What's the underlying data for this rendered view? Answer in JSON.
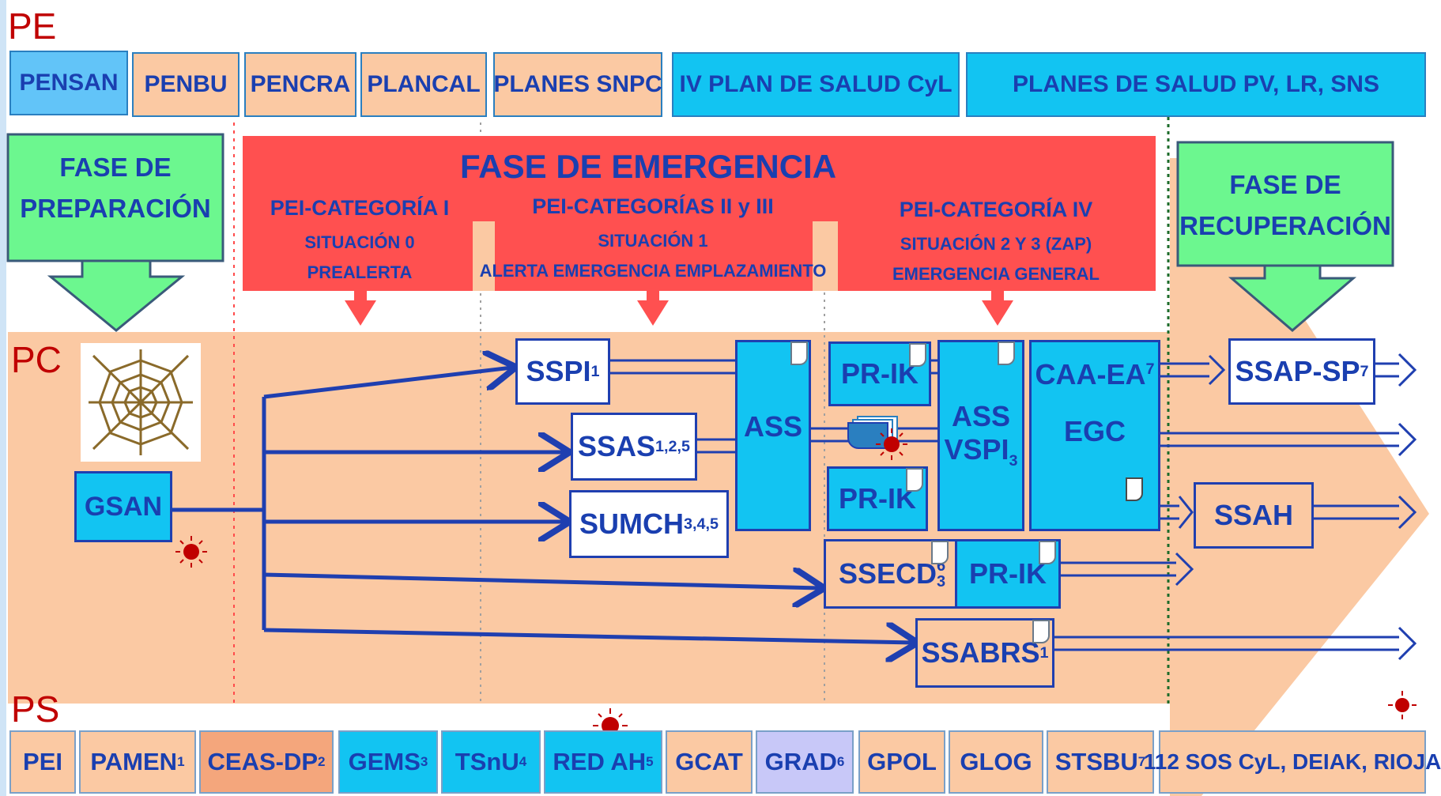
{
  "layers": {
    "pe": "PE",
    "pc": "PC",
    "ps": "PS"
  },
  "top_plans": [
    {
      "label": "PENSAN",
      "sup": ""
    },
    {
      "label": "PENBU",
      "sup": ""
    },
    {
      "label": "PENCRA",
      "sup": ""
    },
    {
      "label": "PLANCAL",
      "sup": ""
    },
    {
      "label": "PLANES SNPC",
      "sup": ""
    },
    {
      "label": "IV PLAN DE SALUD CyL",
      "sup": ""
    },
    {
      "label": "PLANES DE  SALUD PV, LR, SNS",
      "sup": ""
    }
  ],
  "phases": {
    "preparation": {
      "line1": "FASE DE",
      "line2": "PREPARACIÓN"
    },
    "emergency": {
      "title": "FASE   DE   EMERGENCIA"
    },
    "recovery": {
      "line1": "FASE DE",
      "line2": "RECUPERACIÓN"
    }
  },
  "categories": [
    {
      "title": "PEI-CATEGORÍA I",
      "line1": "SITUACIÓN 0",
      "line2": "PREALERTA"
    },
    {
      "title": "PEI-CATEGORÍAS II y III",
      "line1": "SITUACIÓN 1",
      "line2": "ALERTA EMERGENCIA EMPLAZAMIENTO"
    },
    {
      "title": "PEI-CATEGORÍA IV",
      "line1": "SITUACIÓN 2 Y 3 (ZAP)",
      "line2": "EMERGENCIA GENERAL"
    }
  ],
  "process": {
    "gsan": "GSAN",
    "sspi": {
      "label": "SSPI",
      "sup": "1"
    },
    "ssas": {
      "label": "SSAS",
      "sup": "1,2,5"
    },
    "sumch": {
      "label": "SUMCH",
      "sup": "3,4,5"
    },
    "ass": "ASS",
    "prik_1": "PR-IK",
    "prik_2": "PR-IK",
    "prik_3": "PR-IK",
    "ass_vspi": {
      "line1": "ASS",
      "line2": "VSPI",
      "sub": "3"
    },
    "caa": {
      "label": "CAA-EA",
      "sup": "7",
      "line2": "EGC"
    },
    "ssecd": {
      "label": "SSECD",
      "sup": "6",
      "sub": "3"
    },
    "ssabrs": {
      "label": "SSABRS",
      "sup": "1"
    },
    "ssap": {
      "label": "SSAP-SP",
      "sup": "7"
    },
    "ssah": "SSAH"
  },
  "bottom_systems": [
    {
      "label": "PEI",
      "sup": ""
    },
    {
      "label": "PAMEN",
      "sup": "1"
    },
    {
      "label": "CEAS-DP",
      "sup": "2"
    },
    {
      "label": "GEMS",
      "sup": "3"
    },
    {
      "label": "TSnU",
      "sup": "4"
    },
    {
      "label": "RED AH",
      "sup": "5"
    },
    {
      "label": "GCAT",
      "sup": ""
    },
    {
      "label": "GRAD",
      "sup": "6"
    },
    {
      "label": "GPOL",
      "sup": ""
    },
    {
      "label": "GLOG",
      "sup": ""
    },
    {
      "label": "STSBU",
      "sup": "7"
    },
    {
      "label": "112 SOS CyL, DEIAK, RIOJA",
      "sup": ""
    }
  ],
  "colors": {
    "peach": "#fbc9a3",
    "cyan": "#12c4f2",
    "light_blue": "#62c4f8",
    "salmon": "#f4a67c",
    "lavender": "#c8c8f8",
    "red": "#ff5050",
    "green": "#6cf78f",
    "navy": "#1f3fb0",
    "alert_red": "#c00000"
  },
  "icons": [
    "spider-web-icon",
    "alert-burst-icon",
    "document-icon",
    "stacked-cards-icon"
  ]
}
